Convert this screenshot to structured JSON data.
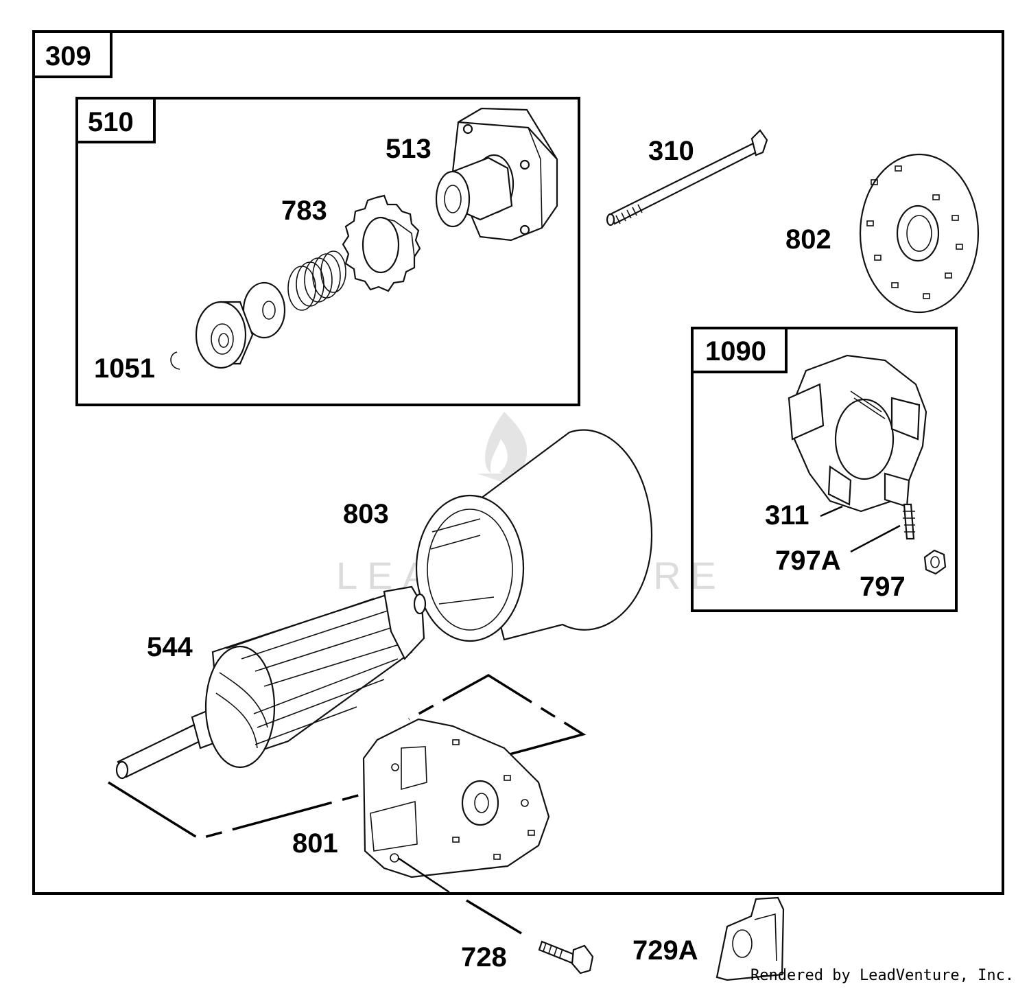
{
  "groups": {
    "outer": "309",
    "drive": "510",
    "brush": "1090"
  },
  "parts": {
    "p513": "513",
    "p783": "783",
    "p1051": "1051",
    "p310": "310",
    "p802": "802",
    "p311": "311",
    "p797A": "797A",
    "p797": "797",
    "p803": "803",
    "p544": "544",
    "p801": "801",
    "p728": "728",
    "p729A": "729A"
  },
  "watermark": "LEADVENTURE",
  "credit": "Rendered by LeadVenture, Inc."
}
